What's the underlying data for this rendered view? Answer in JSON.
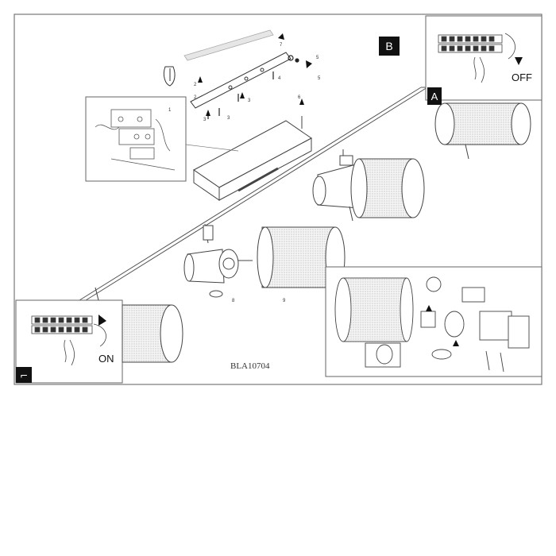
{
  "diagram": {
    "panel_a_letter": "A",
    "panel_b_letter": "B",
    "panel_c_letter": "⌐",
    "off_label": "OFF",
    "on_label": "ON",
    "model_code": "BLA10704",
    "step_numbers": [
      "1",
      "2",
      "2",
      "3",
      "3",
      "3",
      "4",
      "5",
      "5",
      "6",
      "7",
      "8",
      "9"
    ]
  }
}
